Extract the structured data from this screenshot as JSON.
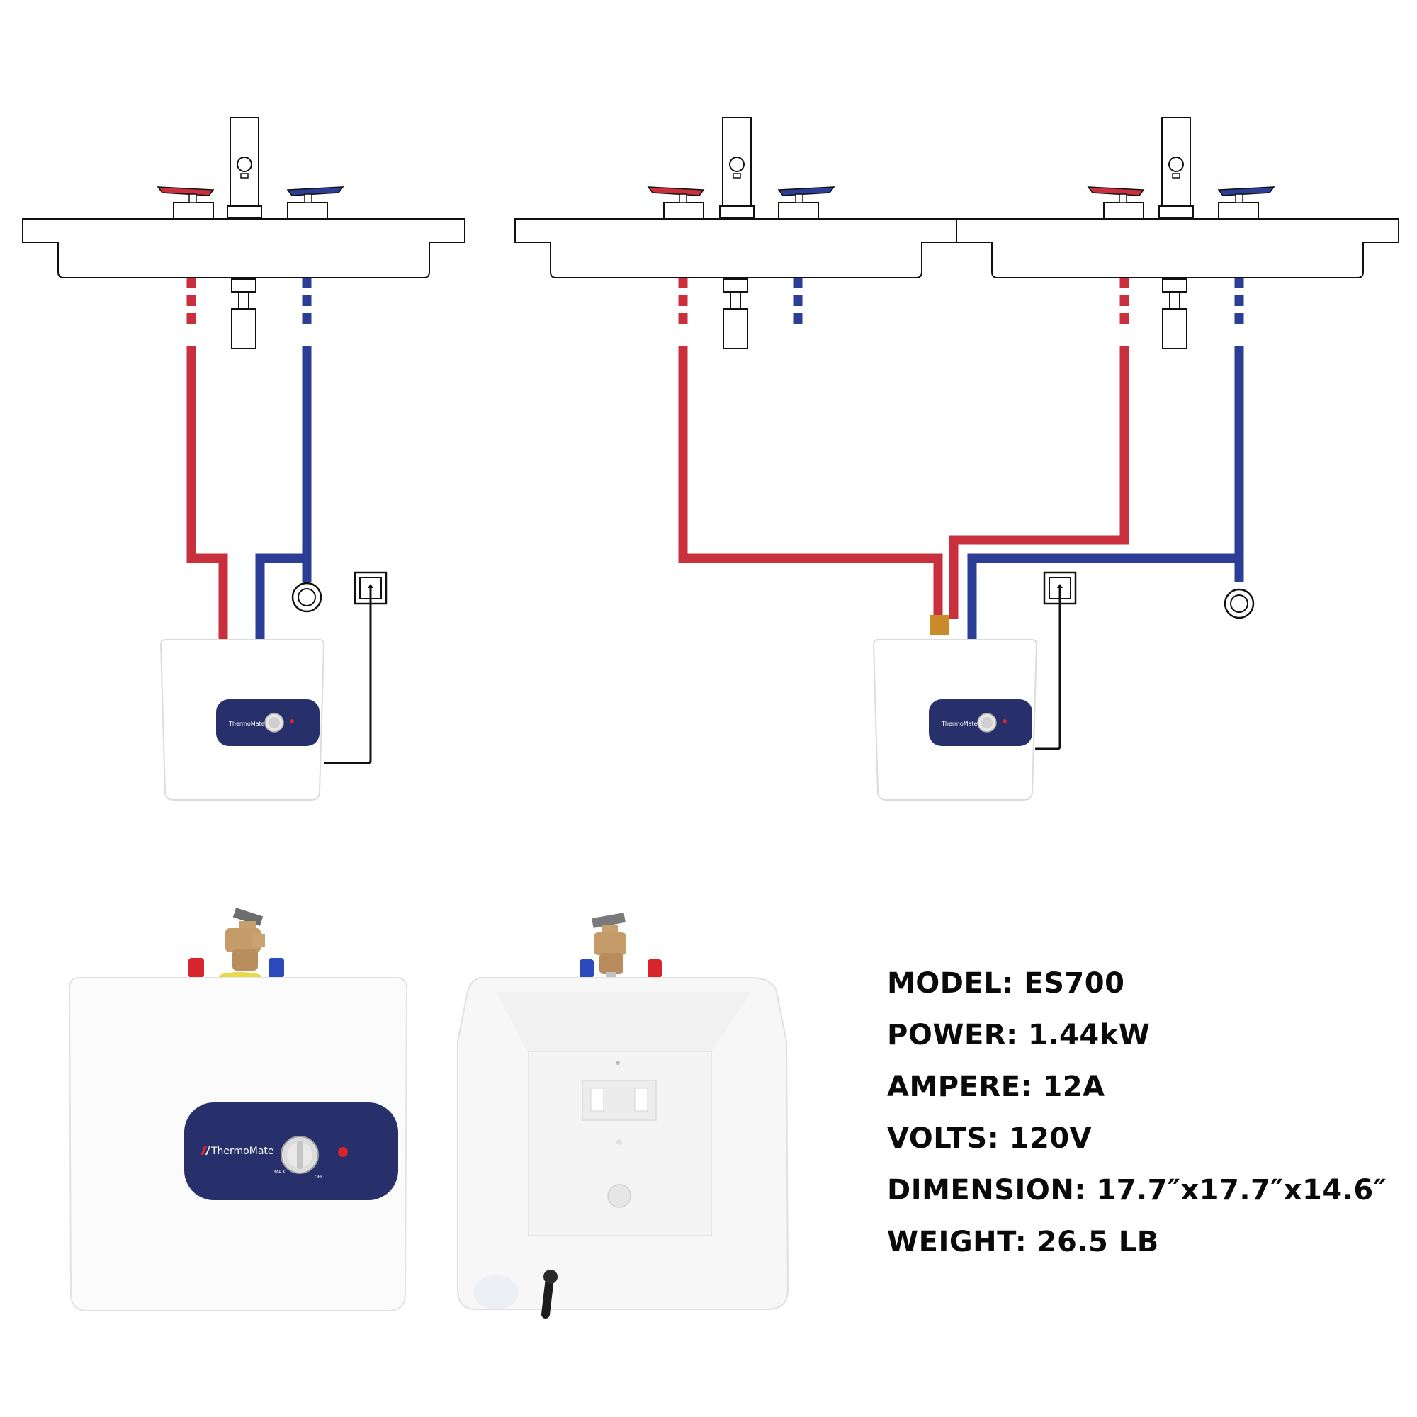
{
  "brand": {
    "name": "ThermoMate",
    "dial_labels": {
      "max": "MAX",
      "off": "OFF"
    }
  },
  "colors": {
    "hot_line": "#c92f3c",
    "cold_line": "#2b3d95",
    "panel": "#27306a",
    "fitting_brass": "#c98a2a",
    "outline": "#111111"
  },
  "diagrams": [
    {
      "label": "single-sink",
      "sinks": 1,
      "heater": "thermomate-unit"
    },
    {
      "label": "double-sink",
      "sinks": 2,
      "heater": "thermomate-unit"
    }
  ],
  "specs": [
    {
      "key": "MODEL:",
      "value": "ES700"
    },
    {
      "key": "POWER:",
      "value": "1.44kW"
    },
    {
      "key": "AMPERE:",
      "value": "12A"
    },
    {
      "key": "VOLTS:",
      "value": "120V"
    },
    {
      "key": "DIMENSION:",
      "value": "17.7″x17.7″x14.6″"
    },
    {
      "key": "WEIGHT:",
      "value": "26.5 LB"
    }
  ]
}
